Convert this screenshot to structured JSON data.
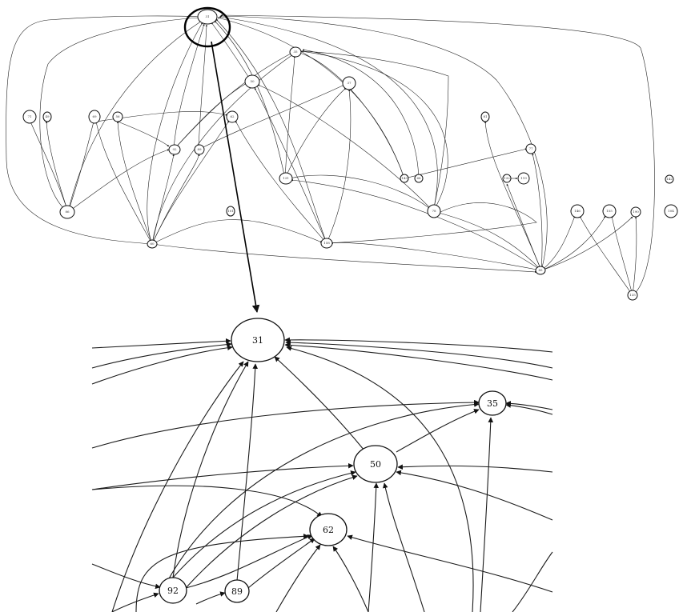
{
  "overview": {
    "labels": {
      "n31": "31",
      "n35": "35",
      "n50": "50",
      "n37": "37",
      "n62": "62",
      "n92": "92",
      "n89": "89",
      "n69": "69",
      "n56": "56",
      "n71": "71",
      "n49": "49",
      "n86": "86",
      "n60": "60",
      "n131": "131",
      "n158": "158",
      "n101": "101",
      "n143": "143",
      "n68": "68",
      "n78": "78",
      "n81": "81",
      "n77": "77",
      "n132": "132",
      "n119": "119",
      "n85": "85",
      "n146": "146",
      "n155": "155",
      "n190": "190",
      "n135": "135",
      "n142": "142",
      "n104": "104",
      "n122": "122",
      "n38": "38",
      "n58": "58"
    }
  },
  "zoom": {
    "labels": {
      "n31": "31",
      "n35": "35",
      "n50": "50",
      "n62": "62",
      "n92": "92",
      "n89": "89"
    }
  }
}
